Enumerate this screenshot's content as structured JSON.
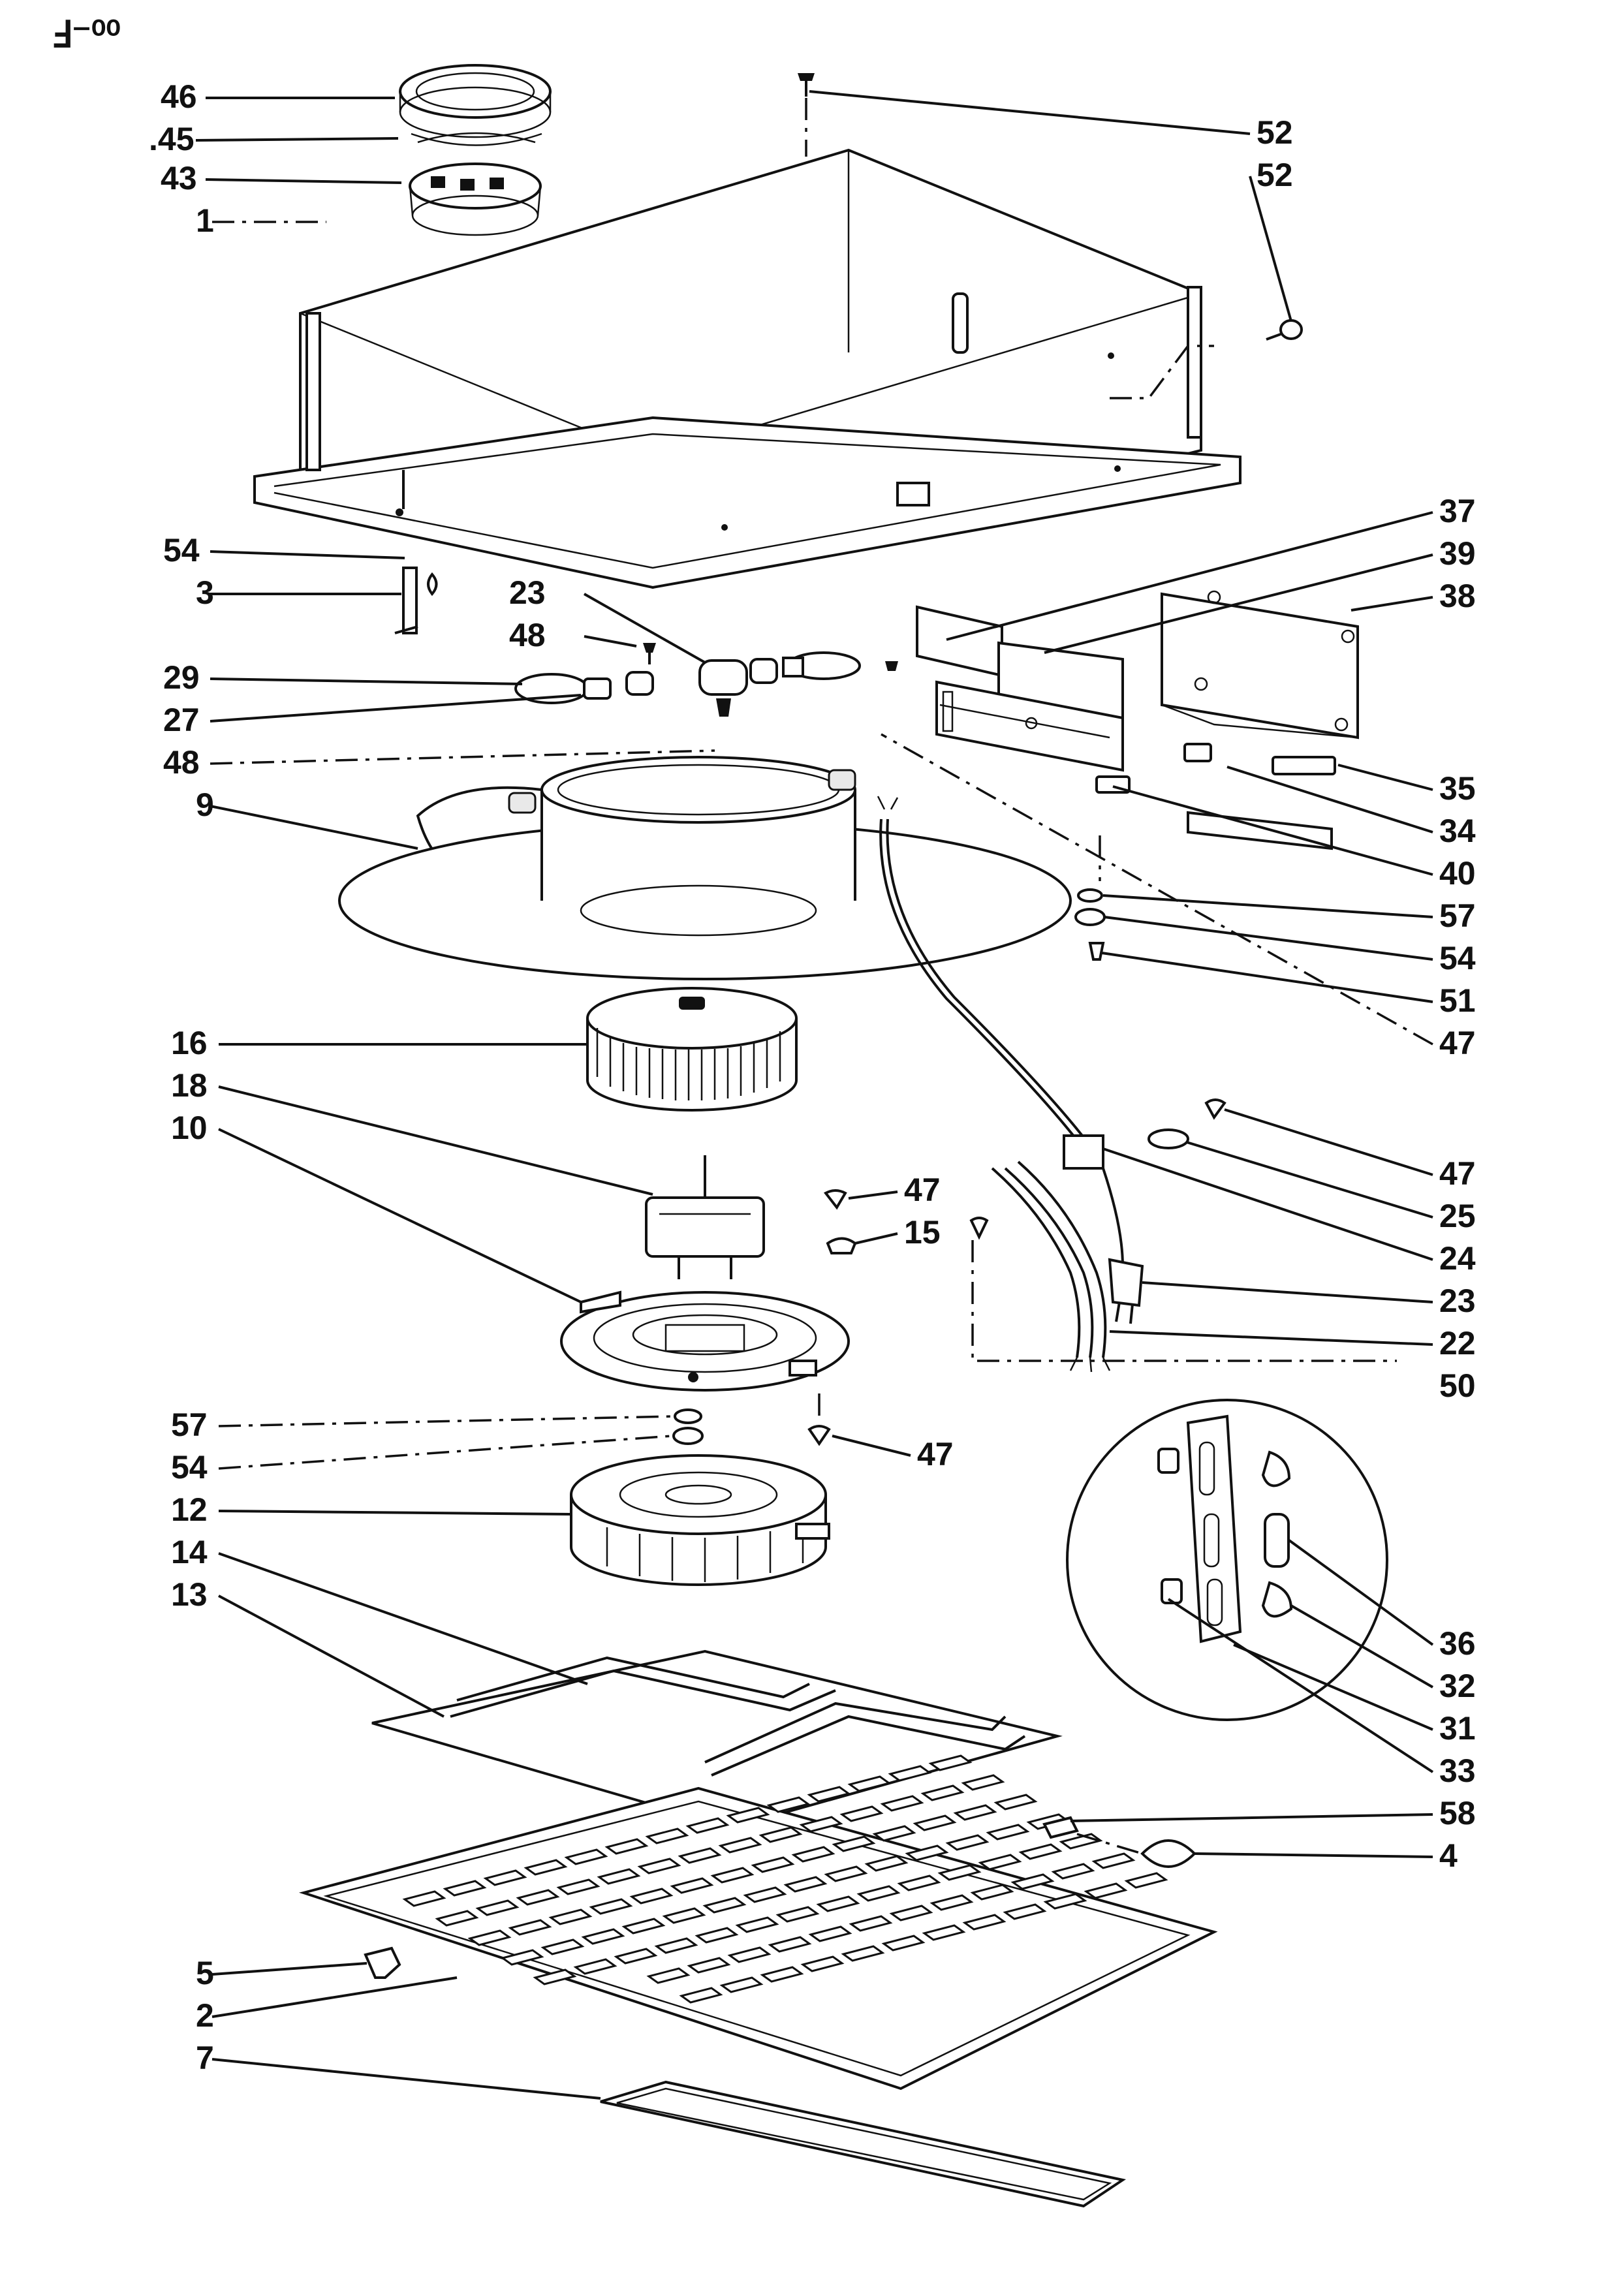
{
  "corner_mark": "Ⅎ⁻⁰⁰",
  "labels_left": [
    {
      "id": "46",
      "text": "46"
    },
    {
      "id": "45",
      "text": ".45"
    },
    {
      "id": "43",
      "text": "43"
    },
    {
      "id": "1",
      "text": "1"
    },
    {
      "id": "54a",
      "text": "54"
    },
    {
      "id": "3",
      "text": "3"
    },
    {
      "id": "23a",
      "text": "23"
    },
    {
      "id": "48a",
      "text": "48"
    },
    {
      "id": "29",
      "text": "29"
    },
    {
      "id": "27",
      "text": "27"
    },
    {
      "id": "48b",
      "text": "48"
    },
    {
      "id": "9",
      "text": "9"
    },
    {
      "id": "16",
      "text": "16"
    },
    {
      "id": "18",
      "text": "18"
    },
    {
      "id": "10",
      "text": "10"
    },
    {
      "id": "47c",
      "text": "47"
    },
    {
      "id": "15",
      "text": "15"
    },
    {
      "id": "57b",
      "text": "57"
    },
    {
      "id": "54c",
      "text": "54"
    },
    {
      "id": "12",
      "text": "12"
    },
    {
      "id": "14",
      "text": "14"
    },
    {
      "id": "13",
      "text": "13"
    },
    {
      "id": "5",
      "text": "5"
    },
    {
      "id": "2",
      "text": "2"
    },
    {
      "id": "7",
      "text": "7"
    }
  ],
  "labels_right": [
    {
      "id": "52a",
      "text": "52"
    },
    {
      "id": "52b",
      "text": "52"
    },
    {
      "id": "37",
      "text": "37"
    },
    {
      "id": "39",
      "text": "39"
    },
    {
      "id": "38",
      "text": "38"
    },
    {
      "id": "35",
      "text": "35"
    },
    {
      "id": "34",
      "text": "34"
    },
    {
      "id": "40",
      "text": "40"
    },
    {
      "id": "57a",
      "text": "57"
    },
    {
      "id": "54b",
      "text": "54"
    },
    {
      "id": "51",
      "text": "51"
    },
    {
      "id": "47a",
      "text": "47"
    },
    {
      "id": "47b",
      "text": "47"
    },
    {
      "id": "25",
      "text": "25"
    },
    {
      "id": "24",
      "text": "24"
    },
    {
      "id": "23b",
      "text": "23"
    },
    {
      "id": "22",
      "text": "22"
    },
    {
      "id": "50",
      "text": "50"
    },
    {
      "id": "47d",
      "text": "47"
    },
    {
      "id": "36",
      "text": "36"
    },
    {
      "id": "32",
      "text": "32"
    },
    {
      "id": "31",
      "text": "31"
    },
    {
      "id": "33",
      "text": "33"
    },
    {
      "id": "58",
      "text": "58"
    },
    {
      "id": "4",
      "text": "4"
    }
  ]
}
